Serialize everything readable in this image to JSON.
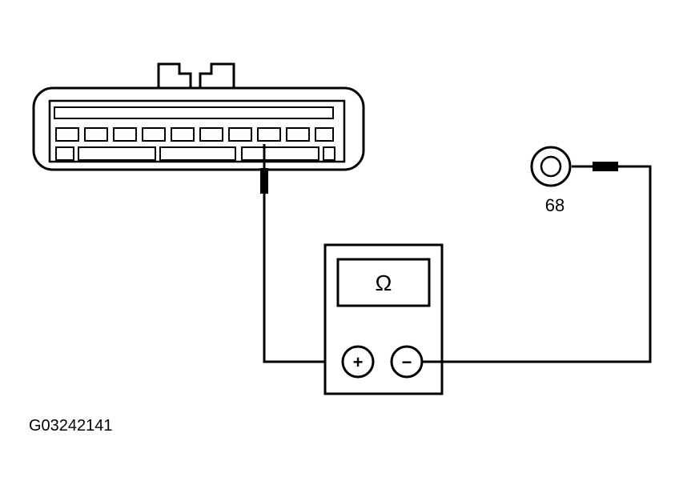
{
  "diagram": {
    "meter_symbol": "Ω",
    "plus_symbol": "+",
    "minus_symbol": "−",
    "terminal_label": "68",
    "figure_id": "G03242141"
  },
  "colors": {
    "line": "#000000",
    "background": "#ffffff",
    "fill": "#ffffff"
  },
  "icons": [
    "connector-icon",
    "probe-icon",
    "ohmmeter-icon",
    "ring-terminal-icon"
  ]
}
